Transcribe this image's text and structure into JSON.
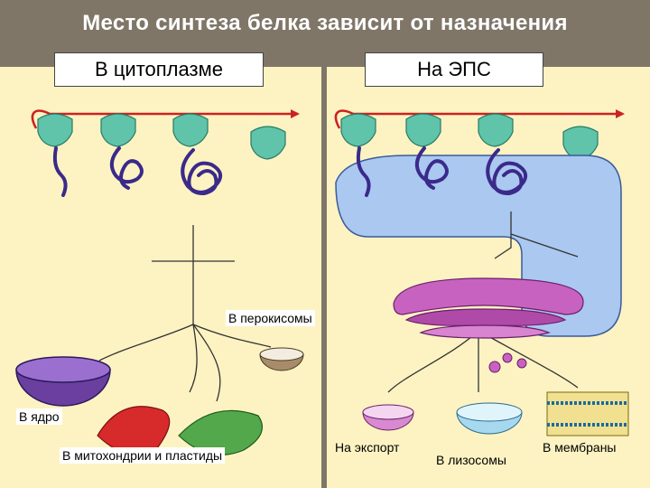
{
  "title": "Место синтеза белка зависит от назначения",
  "panels": {
    "left": {
      "heading": "В цитоплазме"
    },
    "right": {
      "heading": "На ЭПС"
    }
  },
  "destinations": {
    "peroxisomes": "В перокисомы",
    "nucleus": "В ядро",
    "mito_plastids": "В митохондрии и пластиды",
    "export": "На экспорт",
    "lysosomes": "В лизосомы",
    "membranes": "В мембраны"
  },
  "colors": {
    "title_bg": "#7f7668",
    "panel_bg": "#fdf3c2",
    "ribosome": "#5fc4a9",
    "mrna": "#cc2222",
    "polypeptide": "#3a2a8a",
    "er": "#aac8f0",
    "golgi": "#c862c0"
  }
}
